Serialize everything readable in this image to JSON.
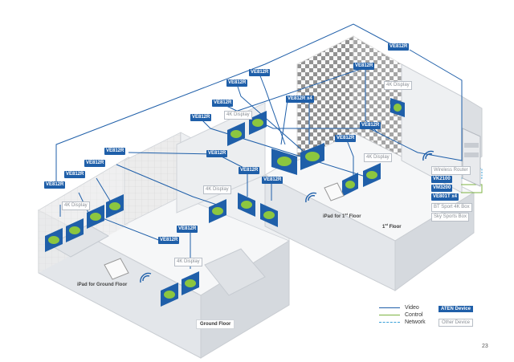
{
  "floors": {
    "ground": "Ground Floor",
    "first_prefix": "1",
    "first_sup": "st",
    "first_suffix": " Floor"
  },
  "ipads": {
    "ground": "iPad for Ground Floor",
    "first_prefix": "iPad for 1",
    "first_sup": "st",
    "first_suffix": " Floor"
  },
  "receiver_label": "VE812R",
  "receiver_x4_label": "VE812R x4",
  "display_label": "4K Display",
  "equipment_rack": {
    "other_devices": [
      "Wireless Router",
      "BT Sport 4K Box",
      "Sky Sports Box"
    ],
    "aten_devices": [
      "VK2100",
      "VM3200",
      "VE801T x4"
    ]
  },
  "legend": {
    "video": "Video",
    "control": "Control",
    "network": "Network",
    "aten_device": "ATEN Device",
    "other_device": "Other Device"
  },
  "colors": {
    "aten_blue": "#1f5fa9",
    "video_line": "#1f5fa9",
    "control_line": "#7cb342",
    "network_line": "#3aa0d8",
    "screen_green": "#8cc63f"
  },
  "page_number": "23"
}
